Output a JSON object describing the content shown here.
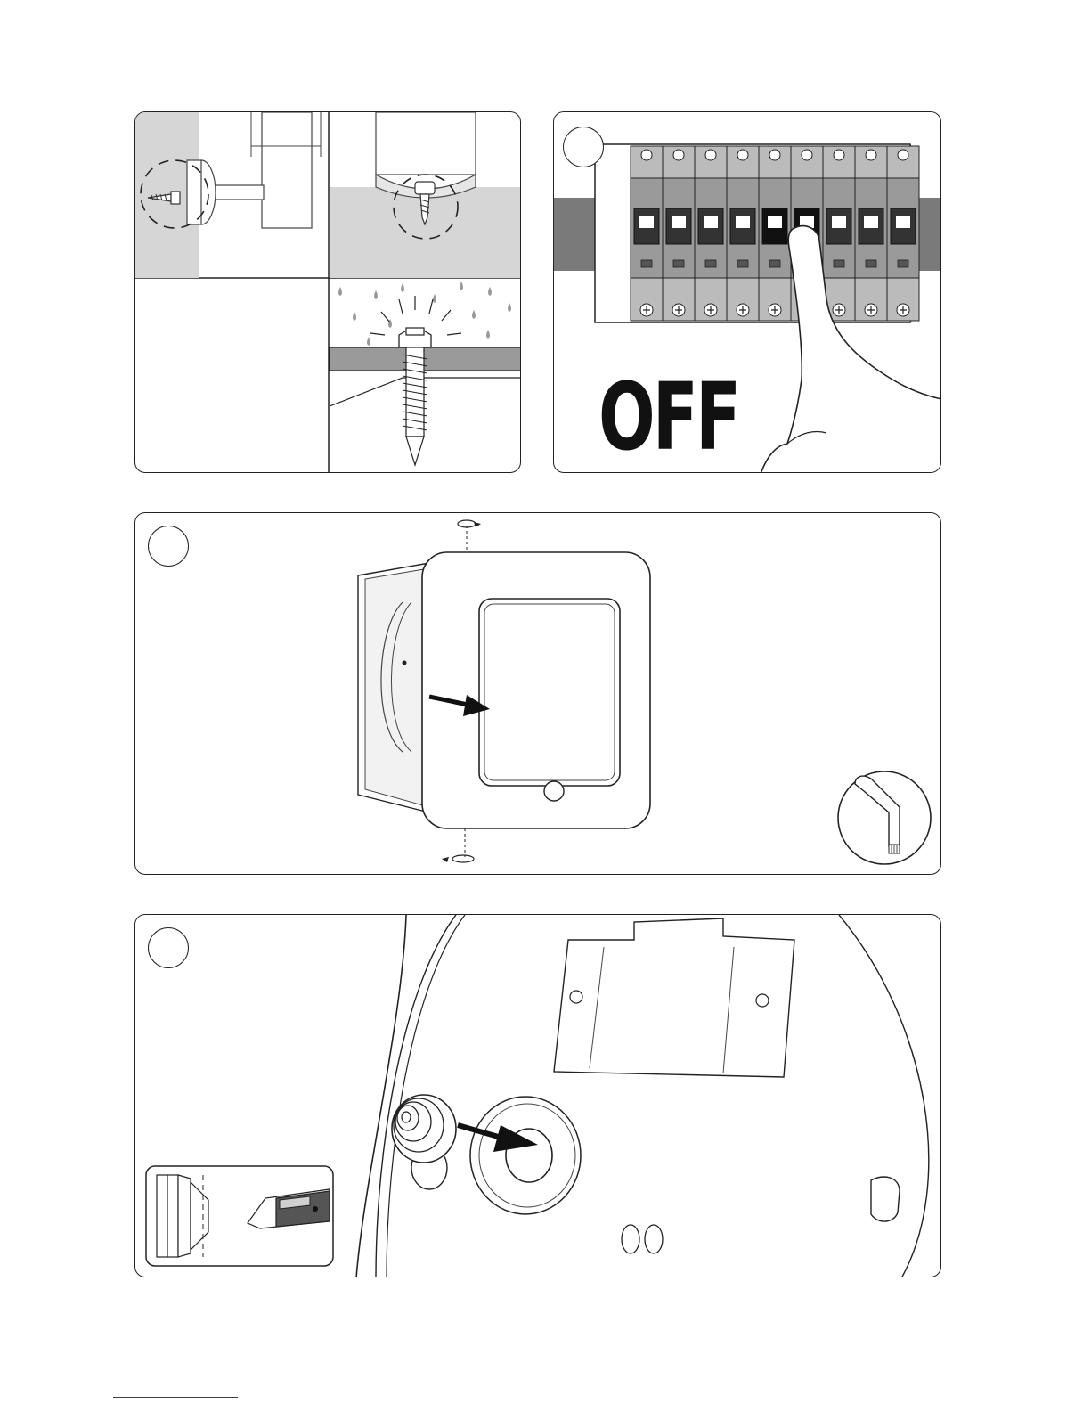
{
  "panel1": {
    "title": "wall-mount-screw-detail"
  },
  "panel2": {
    "switch_label": "OFF",
    "breaker_count": 9
  },
  "panel3": {
    "step": "remove-cover"
  },
  "panel4": {
    "step": "insert-grommet"
  },
  "colors": {
    "line": "#222222",
    "shade_light": "#d6d6d6",
    "shade_mid": "#9a9a9a",
    "shade_dark": "#555555",
    "link": "#2233cc"
  },
  "icons": [
    "screw-icon",
    "hex-key-icon",
    "rotate-arrow-icon",
    "arrow-icon",
    "grommet-icon",
    "utility-knife-icon"
  ]
}
